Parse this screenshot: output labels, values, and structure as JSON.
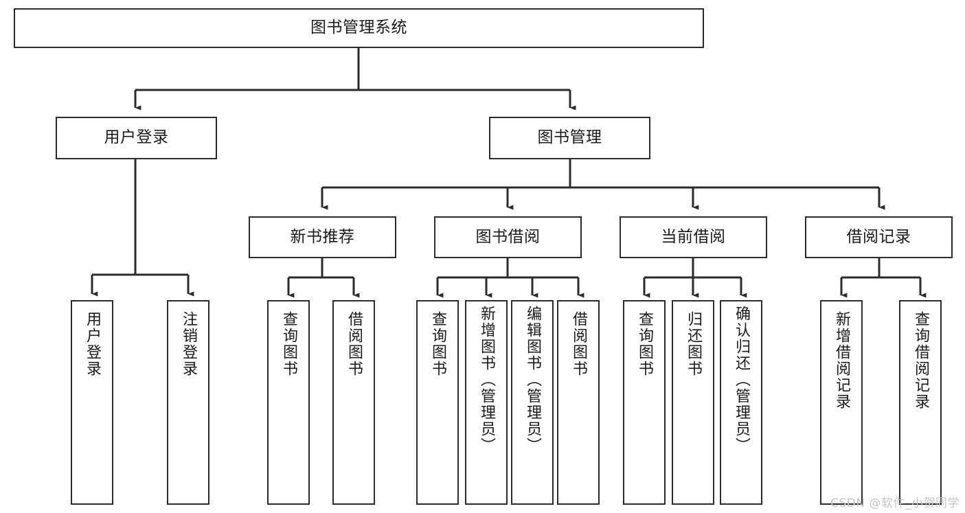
{
  "diagram": {
    "type": "tree-hierarchy",
    "title": "图书管理系统",
    "watermark": "CSDN @软件_小贺同学",
    "colors": {
      "stroke": "#2b2b2b",
      "fill": "#ffffff",
      "text": "#1a1a1a",
      "watermark": "#c4c4c4"
    },
    "nodes": {
      "root": {
        "label": "图书管理系统",
        "level": 0
      },
      "l1": [
        {
          "id": "user-login",
          "label": "用户登录"
        },
        {
          "id": "book-manage",
          "label": "图书管理"
        }
      ],
      "l2": [
        {
          "id": "new-book-recommend",
          "label": "新书推荐"
        },
        {
          "id": "book-borrow",
          "label": "图书借阅"
        },
        {
          "id": "current-borrow",
          "label": "当前借阅"
        },
        {
          "id": "borrow-record",
          "label": "借阅记录"
        }
      ],
      "leaves": {
        "user-login": [
          {
            "id": "leaf-user-login",
            "label": "用户登录"
          },
          {
            "id": "leaf-user-logout",
            "label": "注销登录"
          }
        ],
        "new-book-recommend": [
          {
            "id": "leaf-query-book-1",
            "label": "查询图书"
          },
          {
            "id": "leaf-borrow-book-1",
            "label": "借阅图书"
          }
        ],
        "book-borrow": [
          {
            "id": "leaf-query-book-2",
            "label": "查询图书"
          },
          {
            "id": "leaf-add-book",
            "label": "新增图书（管理员）"
          },
          {
            "id": "leaf-edit-book",
            "label": "编辑图书（管理员）"
          },
          {
            "id": "leaf-borrow-book-2",
            "label": "借阅图书"
          }
        ],
        "current-borrow": [
          {
            "id": "leaf-query-book-3",
            "label": "查询图书"
          },
          {
            "id": "leaf-return-book",
            "label": "归还图书"
          },
          {
            "id": "leaf-confirm-return",
            "label": "确认归还（管理员）"
          }
        ],
        "borrow-record": [
          {
            "id": "leaf-add-record",
            "label": "新增借阅记录"
          },
          {
            "id": "leaf-query-record",
            "label": "查询借阅记录"
          }
        ]
      }
    }
  }
}
